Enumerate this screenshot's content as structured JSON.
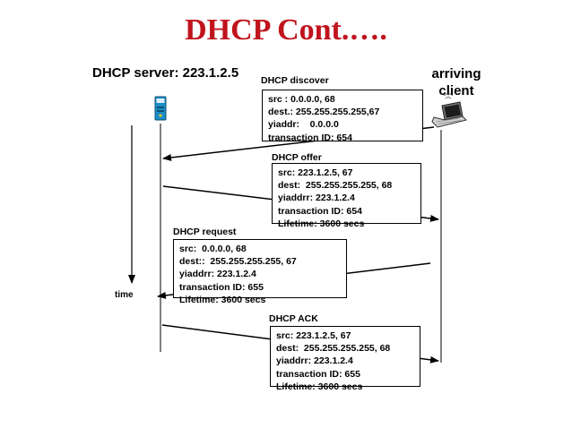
{
  "title": "DHCP Cont.….",
  "server_label": "DHCP server: 223.1.2.5",
  "client_label_line1": "arriving",
  "client_label_line2": "client",
  "time_label": "time",
  "colors": {
    "title": "#c0141d",
    "server_icon": "#1a8fc8"
  },
  "icons": {
    "server": "server-icon",
    "client": "laptop-icon"
  },
  "messages": {
    "discover": {
      "label": "DHCP discover",
      "lines": [
        "src : 0.0.0.0, 68",
        "dest.: 255.255.255.255,67",
        "yiaddr:    0.0.0.0",
        "transaction ID: 654"
      ]
    },
    "offer": {
      "label": "DHCP offer",
      "lines": [
        "src: 223.1.2.5, 67",
        "dest:  255.255.255.255, 68",
        "yiaddrr: 223.1.2.4",
        "transaction ID: 654",
        "Lifetime: 3600 secs"
      ]
    },
    "request": {
      "label": "DHCP request",
      "lines": [
        "src:  0.0.0.0, 68",
        "dest::  255.255.255.255, 67",
        "yiaddrr: 223.1.2.4",
        "transaction ID: 655",
        "Lifetime: 3600 secs"
      ]
    },
    "ack": {
      "label": "DHCP ACK",
      "lines": [
        "src: 223.1.2.5, 67",
        "dest:  255.255.255.255, 68",
        "yiaddrr: 223.1.2.4",
        "transaction ID: 655",
        "Lifetime: 3600 secs"
      ]
    }
  }
}
